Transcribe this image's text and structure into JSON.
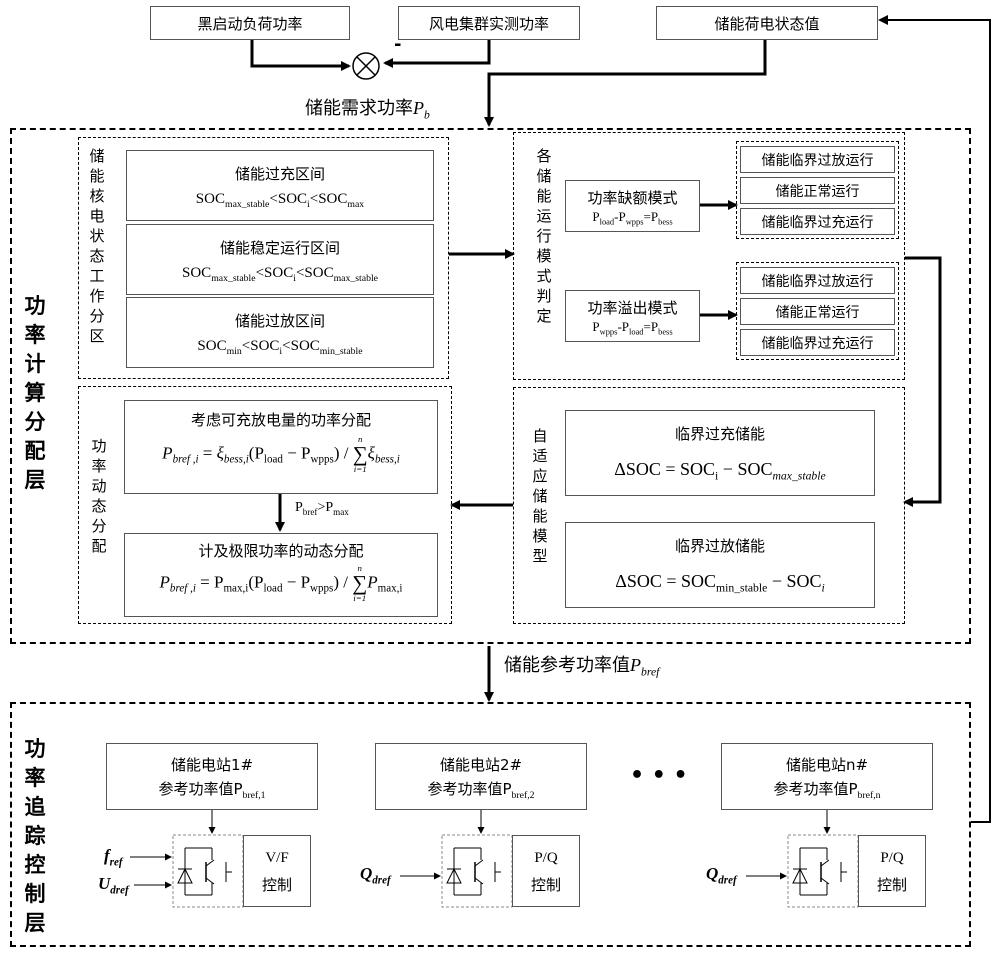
{
  "top": {
    "black_start_load": "黑启动负荷功率",
    "wind_cluster": "风电集群实测功率",
    "soc_value": "储能荷电状态值",
    "minus_sign": "-",
    "demand_power": "储能需求功率",
    "demand_symbol_p": "P",
    "demand_symbol_sub": "b"
  },
  "calc_layer": {
    "title": "功率计算分配层",
    "soc_partition_label": "储能核电状态工作分区",
    "zones": [
      {
        "title": "储能过充区间",
        "formula_a": "SOC",
        "sub_a": "max_stable",
        "op1": "<SOC",
        "sub_b": "i",
        "op2": "<SOC",
        "sub_c": "max"
      },
      {
        "title": "储能稳定运行区间",
        "formula_a": "SOC",
        "sub_a": "max_stable",
        "op1": "<SOC",
        "sub_b": "i",
        "op2": "<SOC",
        "sub_c": "max_stable"
      },
      {
        "title": "储能过放区间",
        "formula_a": "SOC",
        "sub_a": "min",
        "op1": "<SOC",
        "sub_b": "i",
        "op2": "<SOC",
        "sub_c": "min_stable"
      }
    ],
    "mode_judge_label": "各储能运行模式判定",
    "shortage_mode": {
      "title": "功率缺额模式",
      "f1": "P",
      "s1": "load",
      "f2": "-P",
      "s2": "wpps",
      "f3": "=P",
      "s3": "bess"
    },
    "overflow_mode": {
      "title": "功率溢出模式",
      "f1": "P",
      "s1": "wpps",
      "f2": "-P",
      "s2": "load",
      "f3": "=P",
      "s3": "bess"
    },
    "states_a": [
      "储能临界过放运行",
      "储能正常运行",
      "储能临界过充运行"
    ],
    "states_b": [
      "储能临界过放运行",
      "储能正常运行",
      "储能临界过充运行"
    ],
    "dynamic_label": "功率动态分配",
    "alloc1": {
      "title": "考虑可充放电量的功率分配",
      "lhs": "P",
      "lhs_sub": "bref ,i",
      "eq": " = ",
      "xi": "ξ",
      "xi_sub": "bess,i",
      "paren": "(P",
      "p_sub1": "load",
      "minus": " − P",
      "p_sub2": "wpps",
      "close": ") / ",
      "sum_top": "n",
      "sum_bot": "i=1",
      "sum_xi": "ξ",
      "sum_xi_sub": "bess,i"
    },
    "condition": {
      "a": "P",
      "a_sub": "bref",
      "op": ">P",
      "b_sub": "max"
    },
    "alloc2": {
      "title": "计及极限功率的动态分配",
      "lhs": "P",
      "lhs_sub": "bref ,i",
      "eq": " = ",
      "pm": "P",
      "pm_sub": "max,i",
      "paren": "(P",
      "p_sub1": "load",
      "minus": " − P",
      "p_sub2": "wpps",
      "close": ") / ",
      "sum_top": "n",
      "sum_bot": "i=1",
      "sum_p": "P",
      "sum_p_sub": "max,i"
    },
    "adaptive_label": "自适应储能模型",
    "overcharge": {
      "title": "临界过充储能",
      "delta": "ΔSOC",
      "eq": " = SOC",
      "s1": "i",
      "minus": " − SOC",
      "s2": "max_stable"
    },
    "overdischarge": {
      "title": "临界过放储能",
      "delta": "ΔSOC",
      "eq": " = SOC",
      "s1": "min_stable",
      "minus": " − SOC",
      "s2": "i"
    }
  },
  "ref_power": {
    "label": "储能参考功率值",
    "sym": "P",
    "sub": "bref"
  },
  "track_layer": {
    "title": "功率追踪控制层",
    "stations": [
      {
        "name": "储能电站1#",
        "ref": "参考功率值P",
        "ref_sub": "bref,1",
        "ctrl_line1": "V/F",
        "ctrl_line2": "控制"
      },
      {
        "name": "储能电站2#",
        "ref": "参考功率值P",
        "ref_sub": "bref,2",
        "ctrl_line1": "P/Q",
        "ctrl_line2": "控制"
      },
      {
        "name": "储能电站n#",
        "ref": "参考功率值P",
        "ref_sub": "bref,n",
        "ctrl_line1": "P/Q",
        "ctrl_line2": "控制"
      }
    ],
    "ellipsis": "• • •",
    "inputs1": [
      {
        "sym": "f",
        "sub": "ref"
      },
      {
        "sym": "U",
        "sub": "dref"
      }
    ],
    "input2": {
      "sym": "Q",
      "sub": "dref"
    },
    "input3": {
      "sym": "Q",
      "sub": "dref"
    }
  }
}
